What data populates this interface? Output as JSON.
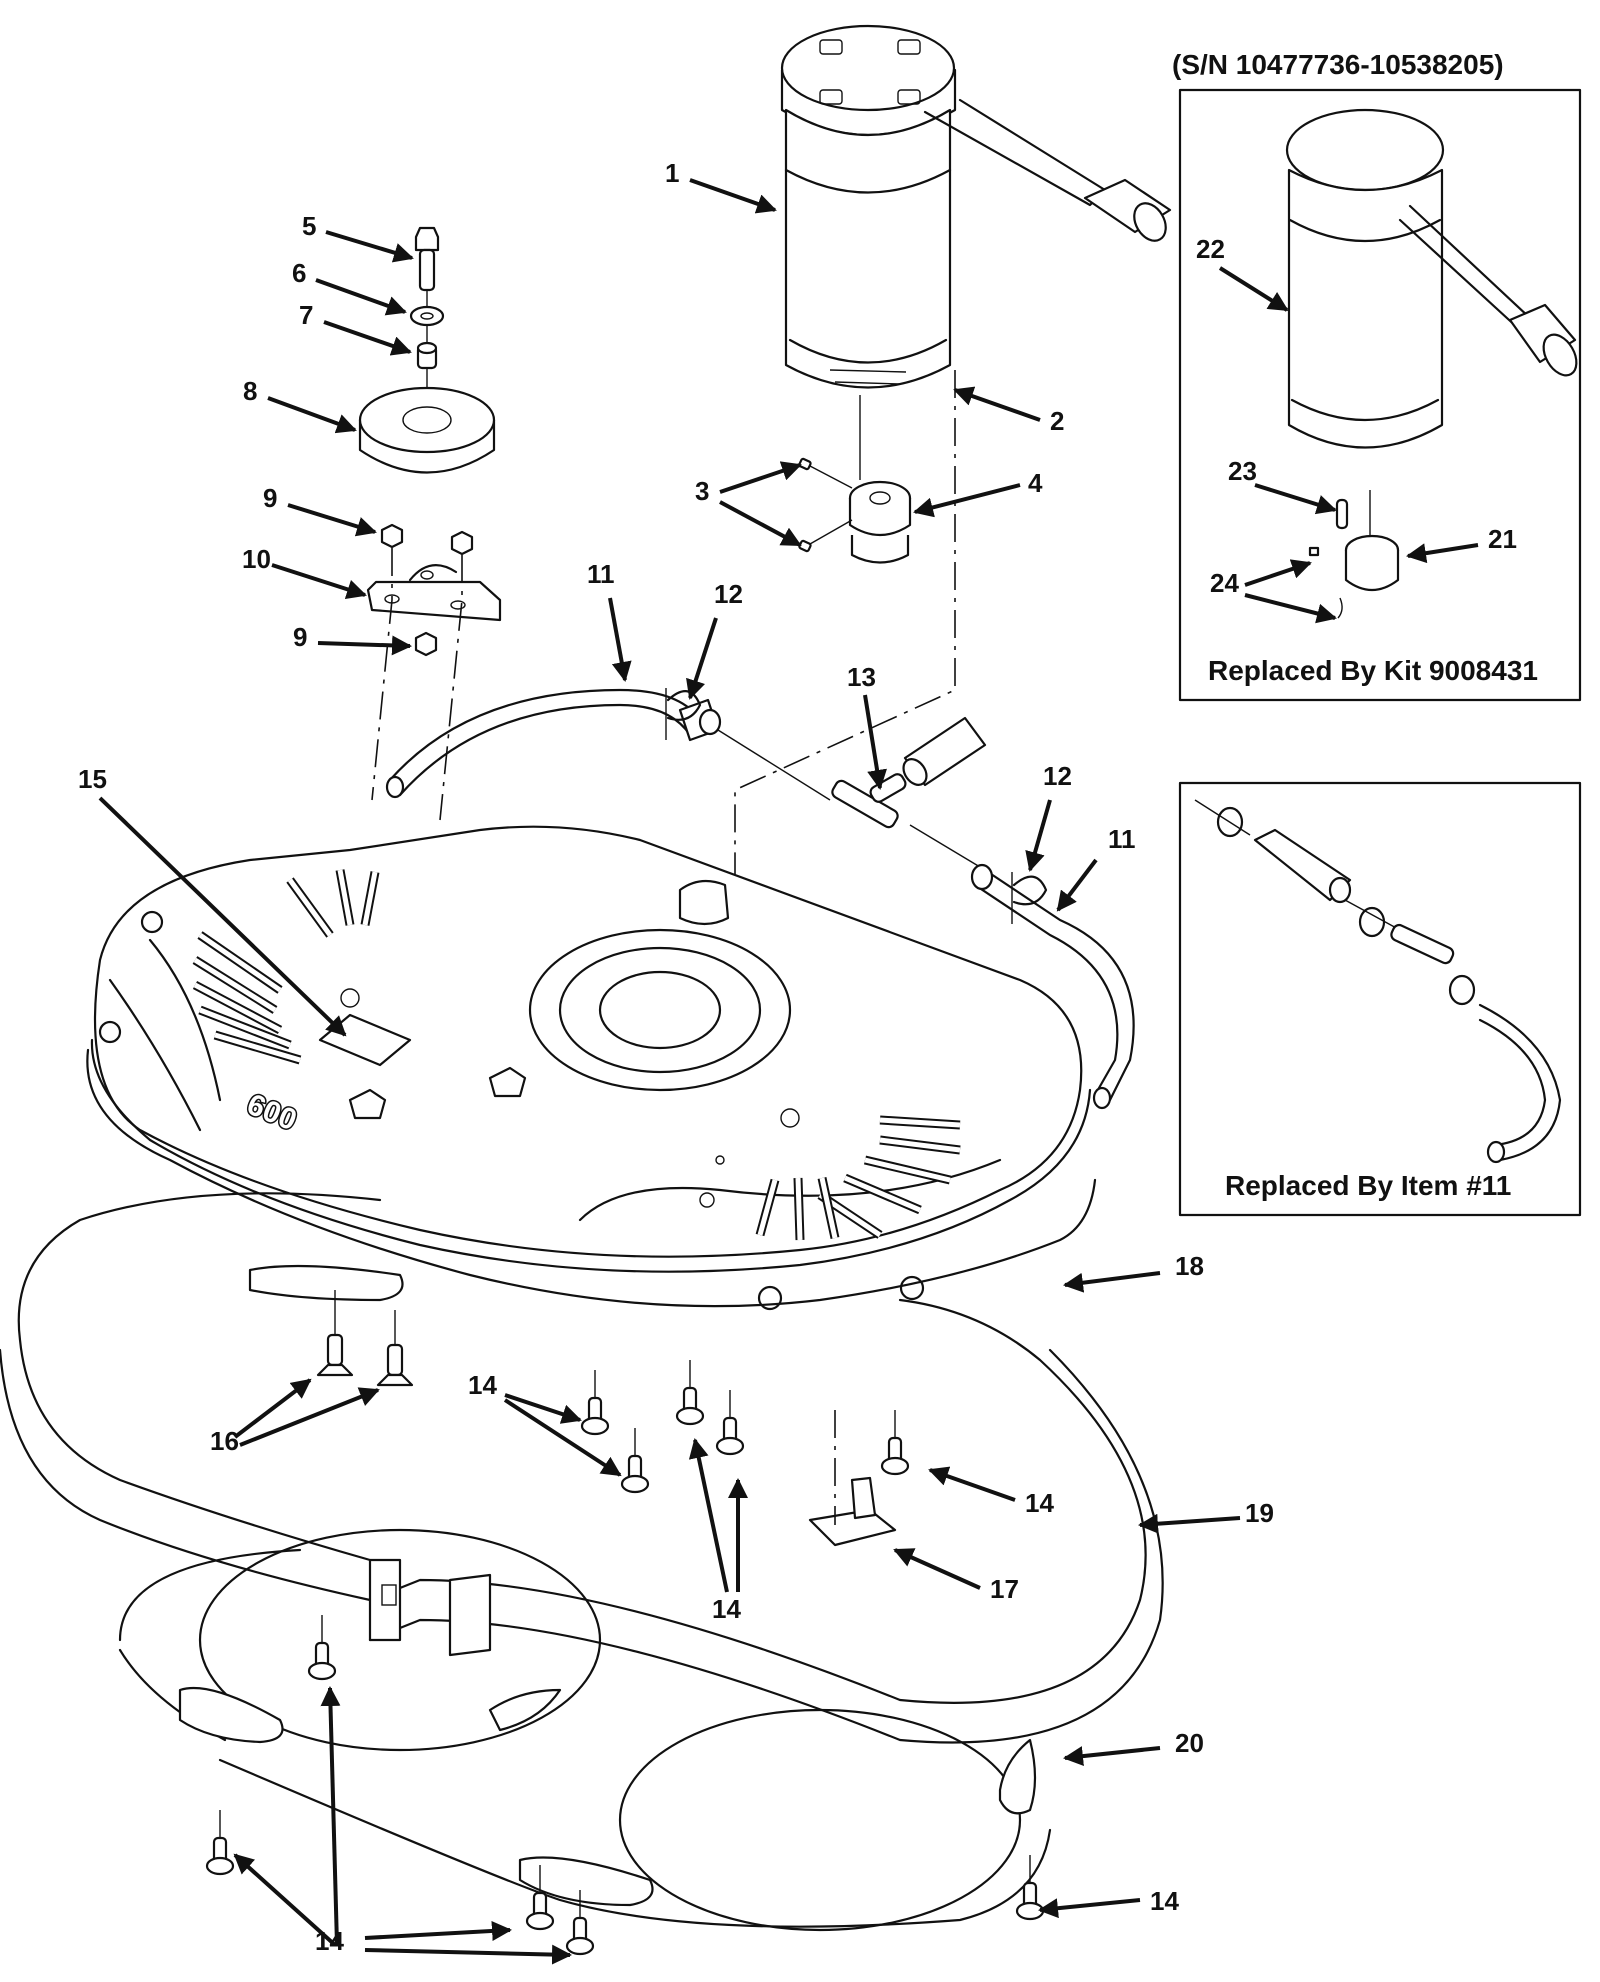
{
  "diagram": {
    "type": "exploded-parts-view",
    "embossed_marking": "600",
    "callouts": [
      {
        "id": "c1",
        "label": "1",
        "part": "motor"
      },
      {
        "id": "c2",
        "label": "2",
        "part": "motor-base"
      },
      {
        "id": "c3",
        "label": "3",
        "part": "set-screws"
      },
      {
        "id": "c4",
        "label": "4",
        "part": "pulley"
      },
      {
        "id": "c5",
        "label": "5",
        "part": "bolt"
      },
      {
        "id": "c6",
        "label": "6",
        "part": "washer"
      },
      {
        "id": "c7",
        "label": "7",
        "part": "spacer"
      },
      {
        "id": "c8",
        "label": "8",
        "part": "isolator"
      },
      {
        "id": "c9a",
        "label": "9",
        "part": "nut"
      },
      {
        "id": "c9b",
        "label": "9",
        "part": "nut"
      },
      {
        "id": "c10",
        "label": "10",
        "part": "bracket"
      },
      {
        "id": "c11a",
        "label": "11",
        "part": "hose"
      },
      {
        "id": "c11b",
        "label": "11",
        "part": "hose"
      },
      {
        "id": "c12a",
        "label": "12",
        "part": "clamp"
      },
      {
        "id": "c12b",
        "label": "12",
        "part": "clamp"
      },
      {
        "id": "c13",
        "label": "13",
        "part": "tee-fitting"
      },
      {
        "id": "c14a",
        "label": "14",
        "part": "screw"
      },
      {
        "id": "c14b",
        "label": "14",
        "part": "screw"
      },
      {
        "id": "c14c",
        "label": "14",
        "part": "screw"
      },
      {
        "id": "c14d",
        "label": "14",
        "part": "screw"
      },
      {
        "id": "c14e",
        "label": "14",
        "part": "screw"
      },
      {
        "id": "c15",
        "label": "15",
        "part": "label"
      },
      {
        "id": "c16",
        "label": "16",
        "part": "flat-head-screw"
      },
      {
        "id": "c17",
        "label": "17",
        "part": "clip"
      },
      {
        "id": "c18",
        "label": "18",
        "part": "gasket"
      },
      {
        "id": "c19",
        "label": "19",
        "part": "bumper"
      },
      {
        "id": "c20",
        "label": "20",
        "part": "pad-driver-plate"
      }
    ],
    "inset_motor": {
      "serial_range": "(S/N 10477736-10538205)",
      "caption": "Replaced By Kit 9008431",
      "callouts": [
        {
          "id": "c21",
          "label": "21",
          "part": "pulley"
        },
        {
          "id": "c22",
          "label": "22",
          "part": "motor"
        },
        {
          "id": "c23",
          "label": "23",
          "part": "key"
        },
        {
          "id": "c24",
          "label": "24",
          "part": "set-screws"
        }
      ]
    },
    "inset_hose": {
      "caption": "Replaced By Item #11"
    }
  }
}
